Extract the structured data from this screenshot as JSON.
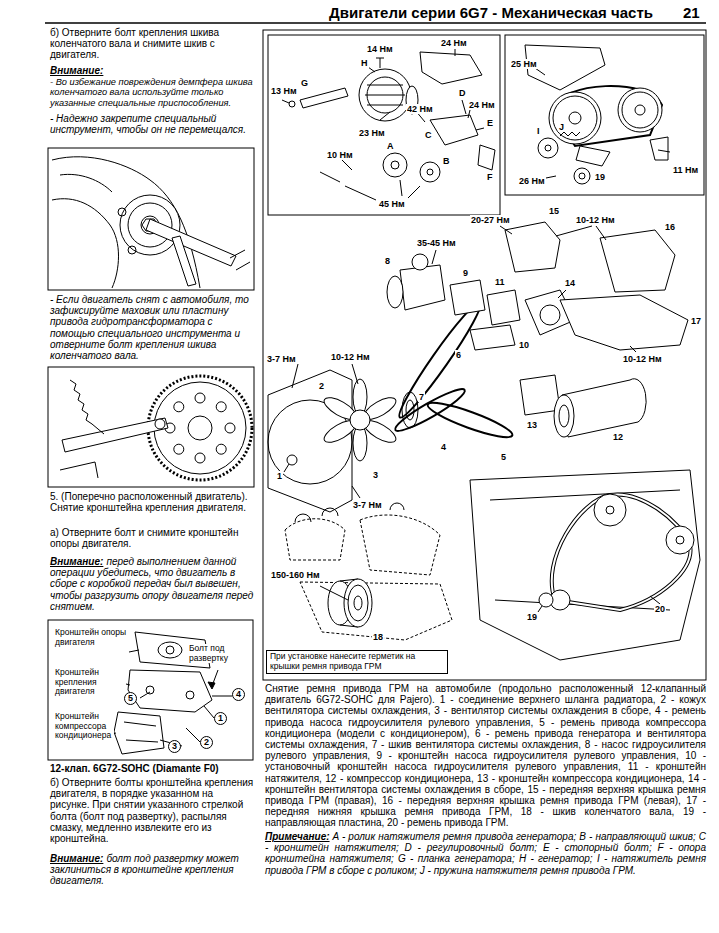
{
  "diagram": {
    "title": "Двигатели серии 6G7 - Механическая часть",
    "caption": "Снятие ремня привода ГРМ на автомобиле (продольно расположенный 12-клапанный двигатель 6G72-SOHC для Pajero). 1 - соединение верхнего шланга радиатора, 2 - кожух вентилятора системы охлаждения, 3 - вентилятор системы охлаждения в сборе, 4 - ремень привода насоса гидроусилителя рулевого управления, 5 - ремень привода компрессора кондиционера (модели с кондиционером), 6 - ремень привода генератора и вентилятора системы охлаждения, 7 - шкив вентилятора системы охлаждения, 8 - насос гидроусилителя рулевого управления, 9 - кронштейн насоса гидроусилителя рулевого управления, 10 - установочный кронштейн насоса гидроусилителя рулевого управления, 11 - кронштейн натяжителя, 12 - компрессор кондиционера, 13 - кронштейн компрессора кондиционера, 14 - кронштейн вентилятора системы охлаждения в сборе, 15 - передняя верхняя крышка ремня привода ГРМ (правая), 16 - передняя верхняя крышка ремня привода ГРМ (левая), 17 - передняя нижняя крышка ремня привода ГРМ, 18 - шкив коленчатого вала, 19 - направляющая пластина, 20 - ремень привода ГРМ.",
    "nodes": [
      {
        "text": [
          "4"
        ]
      },
      {
        "text": [
          "5"
        ]
      },
      {
        "text": [
          "3"
        ]
      },
      {
        "text": [
          "1"
        ]
      },
      {
        "text": [
          "2"
        ]
      },
      {
        "text": [
          "При установке нанесите герметик на крышки ремня привода ГРМ"
        ]
      }
    ],
    "labels": [
      "21",
      "б) Отверните болт крепления шкива коленчатого вала и снимите шкив с двигателя.",
      "Внимание:",
      "- Во избежание повреждения демпфера шкива коленчатого вала используйте только указанные специальные приспособления.",
      "- Надежно закрепите специальный инструмент, чтобы он не перемещался.",
      "- Если двигатель снят с автомобиля, то зафиксируйте маховик или пластину привода гидротрансформатора с помощью специального инструмента и отверните болт крепления шкива коленчатого вала.",
      "5. (Поперечно расположенный двигатель). Снятие кронштейна крепления двигателя.",
      "а) Отверните болт и снимите кронштейн опоры двигателя.",
      "Внимание:",
      "перед выполнением данной операции убедитесь, что двигатель в сборе с коробкой передач был вывешен, чтобы разгрузить опору двигателя перед снятием.",
      "Кронштейн опоры двигателя",
      "Болт под развертку",
      "Кронштейн крепления двигателя",
      "Кронштейн компрессора кондиционера",
      "12-клап. 6G72-SOHC (Diamante F0)",
      "б) Отверните болты кронштейна крепления двигателя, в порядке указанном на рисунке. При снятии указанного стрелкой болта (болт под развертку), распыляя смазку, медленно извлеките его из кронштейна.",
      "Внимание:",
      "болт под развертку может заклиниться в кронштейне крепления двигателя.",
      "13 Нм",
      "14 Нм",
      "24 Нм",
      "H",
      "G",
      "23 Нм",
      "42 Нм",
      "24 Нм",
      "C",
      "D",
      "E",
      "F",
      "A",
      "B",
      "10 Нм",
      "45 Нм",
      "25 Нм",
      "I",
      "J",
      "11 Нм",
      "26 Нм",
      "19",
      "20-27 Нм",
      "15",
      "10-12 Нм",
      "16",
      "35-45 Нм",
      "8",
      "9",
      "11",
      "14",
      "17",
      "10-12 Нм",
      "10-12 Нм",
      "3-7 Нм",
      "2",
      "1",
      "7",
      "6",
      "10",
      "13",
      "12",
      "3",
      "4",
      "5",
      "3-7 Нм",
      "150-160 Нм",
      "18",
      "19",
      "20",
      "Примечание:",
      "A - ролик натяжителя ремня привода генератора; B - направляющий шкив; C - кронштейн натяжителя; D - регулировочный болт; E - стопорный болт; F - опора кронштейна натяжителя; G - планка генератора; H - генератор; I - натяжитель ремня привода ГРМ в сборе с роликом; J - пружина натяжителя ремня привода ГРМ."
    ]
  }
}
